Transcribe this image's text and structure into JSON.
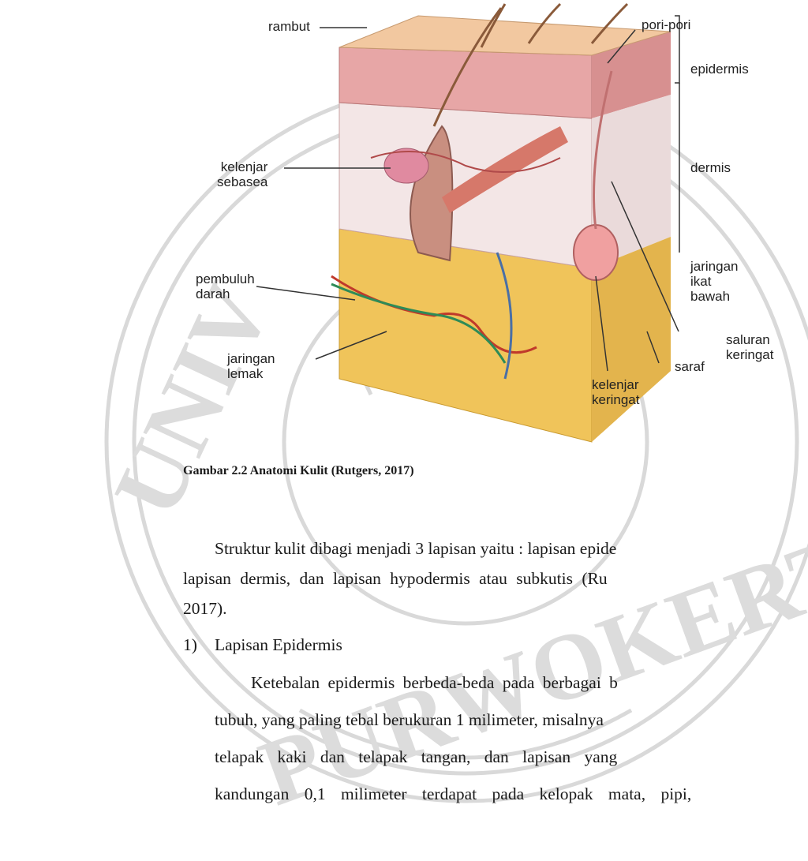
{
  "figure": {
    "labels": {
      "rambut": "rambut",
      "pori": "pori-pori",
      "epidermis": "epidermis",
      "dermis": "dermis",
      "sebasea": "kelenjar\nsebasea",
      "pembuluh": "pembuluh\ndarah",
      "jaringan_ikat": "jaringan\nikat\nbawah",
      "saluran": "saluran\nkeringat",
      "saraf": "saraf",
      "lemak": "jaringan\nlemak",
      "kelenjar_keringat": "kelenjar\nkeringat"
    },
    "caption": "Gambar 2.2 Anatomi Kulit (Rutgers, 2017)"
  },
  "body": {
    "line1": "Struktur kulit dibagi menjadi 3 lapisan yaitu : lapisan epide",
    "line2": "lapisan dermis, dan lapisan hypodermis atau subkutis (Ru",
    "line3": "2017).",
    "list_marker": "1)",
    "list_title": "Lapisan Epidermis",
    "p1": "Ketebalan epidermis berbeda-beda pada berbagai b",
    "p2": "tubuh, yang paling tebal berukuran 1 milimeter, misalnya",
    "p3": "telapak kaki dan telapak tangan, dan lapisan yang",
    "p4": "kandungan 0,1 milimeter terdapat pada kelopak mata, pipi,"
  }
}
